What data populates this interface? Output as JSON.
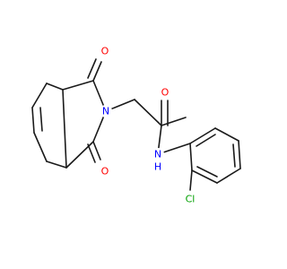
{
  "atoms": {
    "o_top": "O",
    "n_ring": "N",
    "o_bottom": "O",
    "o_amide": "O",
    "n_amide": "N",
    "h_amide": "H",
    "cl": "Cl"
  },
  "colors": {
    "bond": "#1a1a1a",
    "oxygen": "#ff0000",
    "nitrogen": "#0000ff",
    "chlorine": "#00a000"
  }
}
